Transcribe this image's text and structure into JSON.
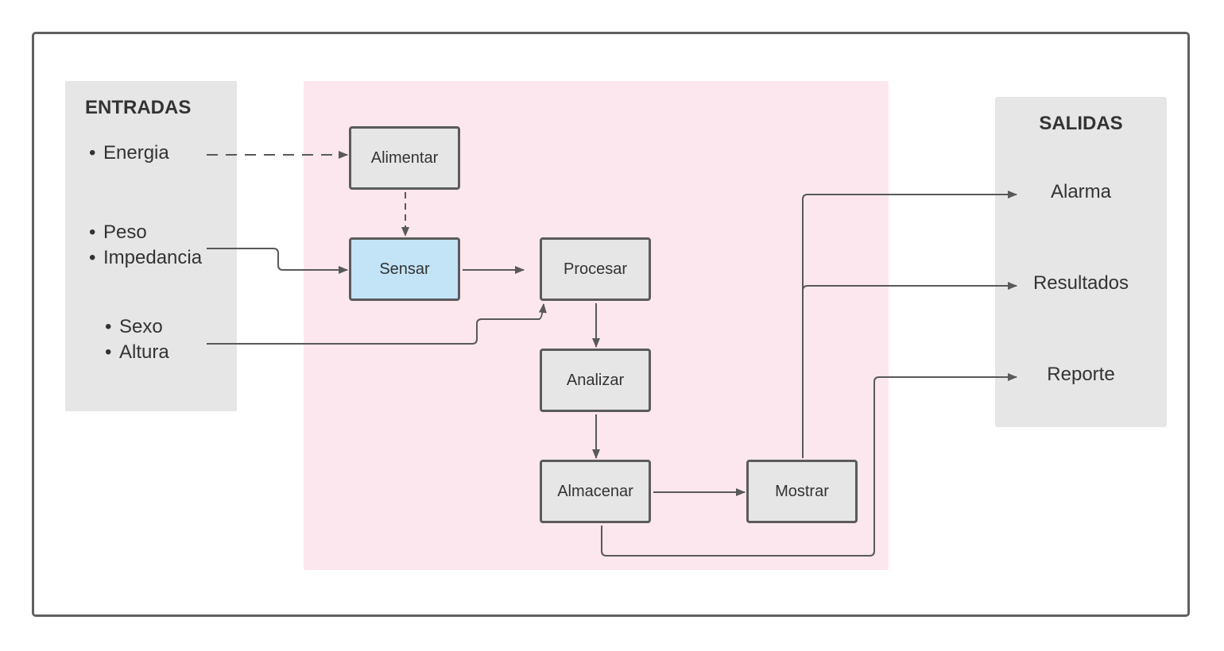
{
  "inputs": {
    "title": "ENTRADAS",
    "bullet": "•",
    "items": [
      "Energia",
      "Peso",
      "Impedancia",
      "Sexo",
      "Altura"
    ]
  },
  "process": {
    "nodes": {
      "alimentar": "Alimentar",
      "sensar": "Sensar",
      "procesar": "Procesar",
      "analizar": "Analizar",
      "almacenar": "Almacenar",
      "mostrar": "Mostrar"
    }
  },
  "outputs": {
    "title": "SALIDAS",
    "items": [
      "Alarma",
      "Resultados",
      "Reporte"
    ]
  },
  "colors": {
    "frame": "#606060",
    "input_panel": "#e6e6e6",
    "process_panel": "#fce7ee",
    "node_fill": "#e6e6e6",
    "sensar_fill": "#c2e4f6",
    "connector": "#595959"
  }
}
